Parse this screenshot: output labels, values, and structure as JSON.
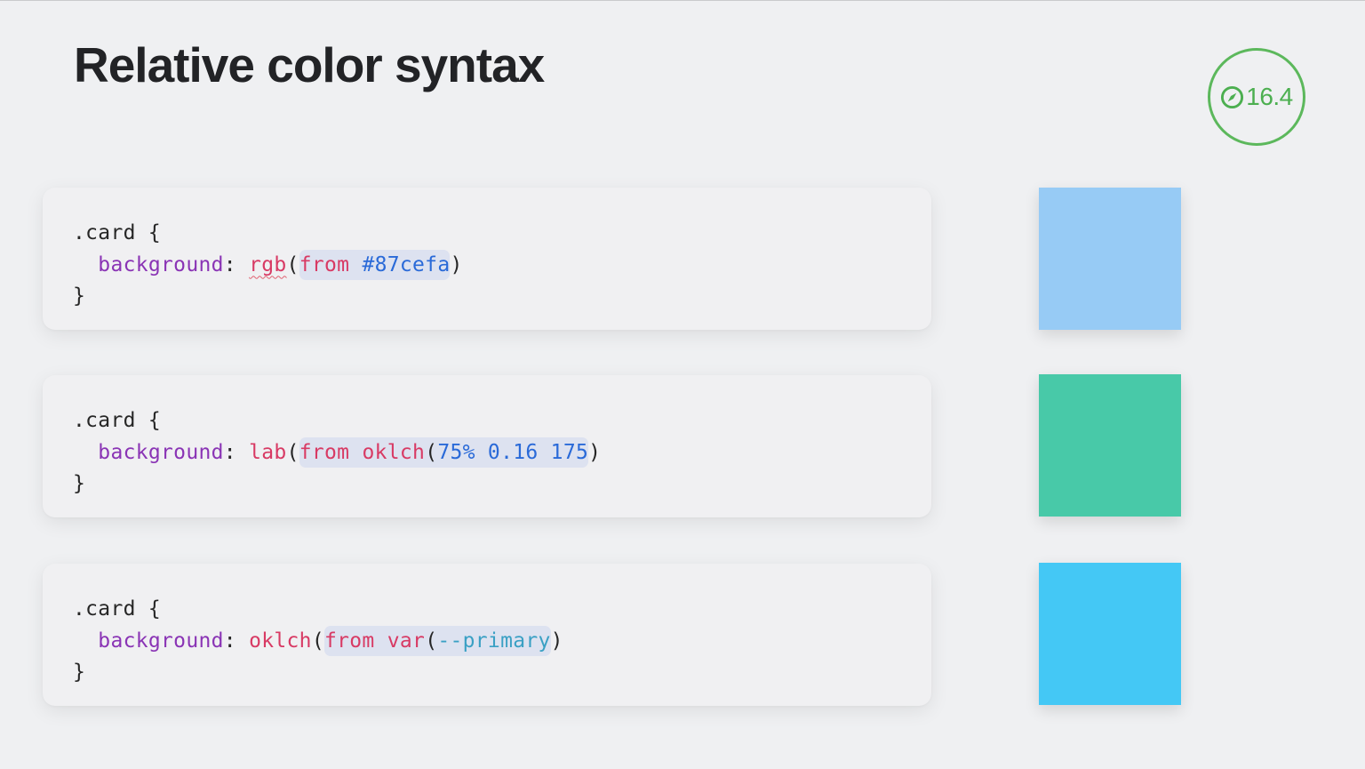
{
  "slide": {
    "title": "Relative color syntax",
    "badge": {
      "icon": "safari-compass-icon",
      "version": "16.4",
      "color": "#5cb85c"
    }
  },
  "examples": [
    {
      "selector": ".card {",
      "property": "background",
      "colon": ": ",
      "function": "rgb",
      "open_paren": "(",
      "from_keyword": "from",
      "origin": "#87cefa",
      "close_paren": ")",
      "closing_brace": "}",
      "swatch_color": "#97cbf5"
    },
    {
      "selector": ".card {",
      "property": "background",
      "colon": ": ",
      "function": "lab",
      "open_paren": "(",
      "from_keyword": "from",
      "origin_function": "oklch",
      "origin_open": "(",
      "origin_values": "75% 0.16 175",
      "close_paren": ")",
      "closing_brace": "}",
      "swatch_color": "#48c9a8"
    },
    {
      "selector": ".card {",
      "property": "background",
      "colon": ": ",
      "function": "oklch",
      "open_paren": "(",
      "from_keyword": "from",
      "origin_function": "var",
      "origin_open": "(",
      "origin_values": "--primary",
      "close_paren": ")",
      "closing_brace": "}",
      "swatch_color": "#44c8f5"
    }
  ]
}
